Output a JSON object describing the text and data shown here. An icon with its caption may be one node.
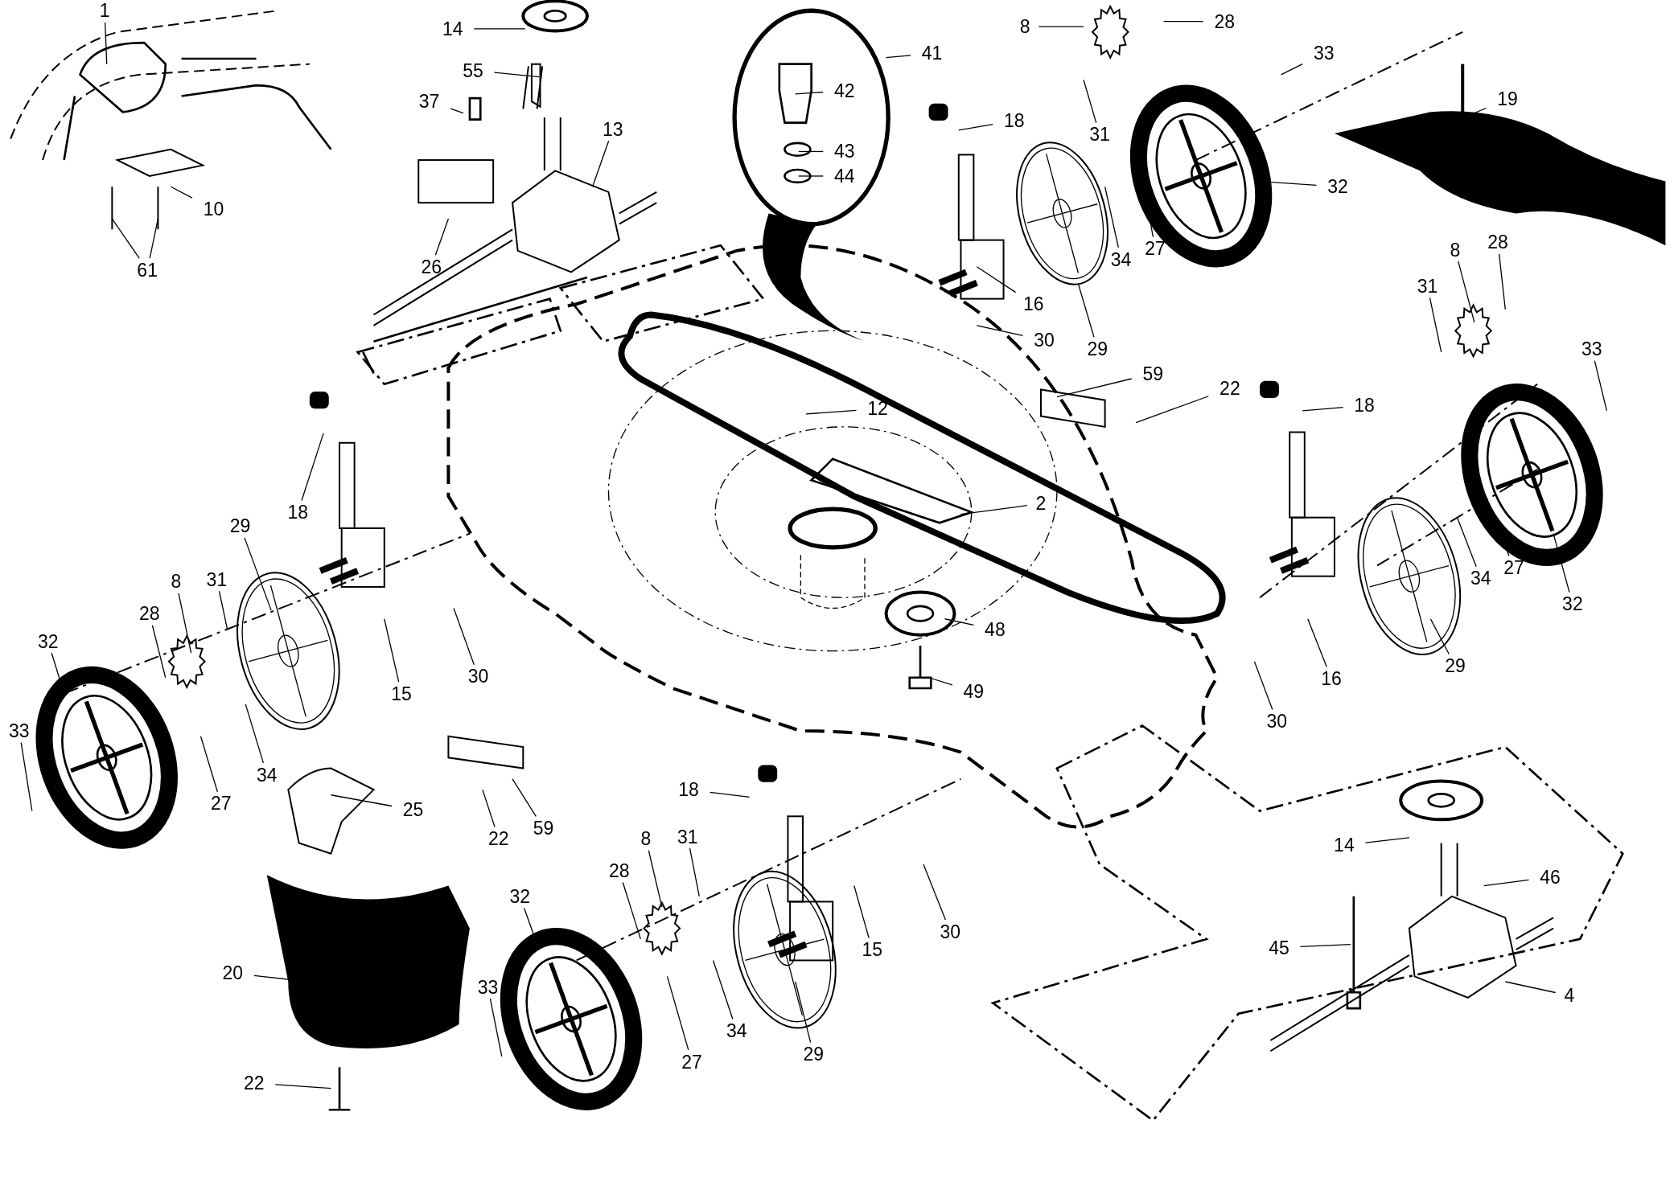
{
  "diagram": {
    "nodes": [
      {
        "text": [
          "1"
        ]
      },
      {
        "text": [
          "14"
        ]
      },
      {
        "text": [
          "55"
        ]
      },
      {
        "text": [
          "37"
        ]
      },
      {
        "text": [
          "13"
        ]
      },
      {
        "text": [
          "10"
        ]
      },
      {
        "text": [
          "61"
        ]
      },
      {
        "text": [
          "26"
        ]
      },
      {
        "text": [
          "41"
        ]
      },
      {
        "text": [
          "42"
        ]
      },
      {
        "text": [
          "43"
        ]
      },
      {
        "text": [
          "44"
        ]
      },
      {
        "text": [
          "8"
        ]
      },
      {
        "text": [
          "28"
        ]
      },
      {
        "text": [
          "33"
        ]
      },
      {
        "text": [
          "19"
        ]
      },
      {
        "text": [
          "18"
        ]
      },
      {
        "text": [
          "31"
        ]
      },
      {
        "text": [
          "32"
        ]
      },
      {
        "text": [
          "34"
        ]
      },
      {
        "text": [
          "27"
        ]
      },
      {
        "text": [
          "16"
        ]
      },
      {
        "text": [
          "29"
        ]
      },
      {
        "text": [
          "30"
        ]
      },
      {
        "text": [
          "12"
        ]
      },
      {
        "text": [
          "59"
        ]
      },
      {
        "text": [
          "22"
        ]
      },
      {
        "text": [
          "2"
        ]
      },
      {
        "text": [
          "48"
        ]
      },
      {
        "text": [
          "49"
        ]
      },
      {
        "text": [
          "18"
        ]
      },
      {
        "text": [
          "29"
        ]
      },
      {
        "text": [
          "8"
        ]
      },
      {
        "text": [
          "31"
        ]
      },
      {
        "text": [
          "28"
        ]
      },
      {
        "text": [
          "32"
        ]
      },
      {
        "text": [
          "15"
        ]
      },
      {
        "text": [
          "30"
        ]
      },
      {
        "text": [
          "33"
        ]
      },
      {
        "text": [
          "27"
        ]
      },
      {
        "text": [
          "34"
        ]
      },
      {
        "text": [
          "25"
        ]
      },
      {
        "text": [
          "59"
        ]
      },
      {
        "text": [
          "22"
        ]
      },
      {
        "text": [
          "20"
        ]
      },
      {
        "text": [
          "22"
        ]
      },
      {
        "text": [
          "18"
        ]
      },
      {
        "text": [
          "8"
        ]
      },
      {
        "text": [
          "31"
        ]
      },
      {
        "text": [
          "28"
        ]
      },
      {
        "text": [
          "32"
        ]
      },
      {
        "text": [
          "15"
        ]
      },
      {
        "text": [
          "30"
        ]
      },
      {
        "text": [
          "33"
        ]
      },
      {
        "text": [
          "27"
        ]
      },
      {
        "text": [
          "34"
        ]
      },
      {
        "text": [
          "29"
        ]
      },
      {
        "text": [
          "8"
        ]
      },
      {
        "text": [
          "28"
        ]
      },
      {
        "text": [
          "31"
        ]
      },
      {
        "text": [
          "33"
        ]
      },
      {
        "text": [
          "18"
        ]
      },
      {
        "text": [
          "34"
        ]
      },
      {
        "text": [
          "27"
        ]
      },
      {
        "text": [
          "32"
        ]
      },
      {
        "text": [
          "16"
        ]
      },
      {
        "text": [
          "29"
        ]
      },
      {
        "text": [
          "30"
        ]
      },
      {
        "text": [
          "14"
        ]
      },
      {
        "text": [
          "46"
        ]
      },
      {
        "text": [
          "45"
        ]
      },
      {
        "text": [
          "4"
        ]
      }
    ],
    "edges": [
      {
        "from": 0,
        "to": null,
        "arrow": "none"
      },
      {
        "from": 1,
        "to": null,
        "arrow": "none"
      },
      {
        "from": 2,
        "to": null,
        "arrow": "none"
      },
      {
        "from": 3,
        "to": null,
        "arrow": "none"
      },
      {
        "from": 4,
        "to": null,
        "arrow": "none"
      },
      {
        "from": 5,
        "to": null,
        "arrow": "none"
      },
      {
        "from": 6,
        "to": null,
        "arrow": "none"
      },
      {
        "from": 6,
        "to": null,
        "arrow": "none"
      },
      {
        "from": 7,
        "to": null,
        "arrow": "none"
      },
      {
        "from": 8,
        "to": null,
        "arrow": "none"
      },
      {
        "from": 9,
        "to": null,
        "arrow": "none"
      },
      {
        "from": 10,
        "to": null,
        "arrow": "none"
      },
      {
        "from": 11,
        "to": null,
        "arrow": "none"
      },
      {
        "from": 12,
        "to": null,
        "arrow": "none"
      },
      {
        "from": 13,
        "to": null,
        "arrow": "none"
      },
      {
        "from": 14,
        "to": null,
        "arrow": "none"
      },
      {
        "from": 15,
        "to": null,
        "arrow": "none"
      },
      {
        "from": 16,
        "to": null,
        "arrow": "none"
      },
      {
        "from": 17,
        "to": null,
        "arrow": "none"
      },
      {
        "from": 18,
        "to": null,
        "arrow": "none"
      },
      {
        "from": 19,
        "to": null,
        "arrow": "none"
      },
      {
        "from": 20,
        "to": null,
        "arrow": "none"
      },
      {
        "from": 21,
        "to": null,
        "arrow": "none"
      },
      {
        "from": 22,
        "to": null,
        "arrow": "none"
      },
      {
        "from": 23,
        "to": null,
        "arrow": "none"
      },
      {
        "from": 24,
        "to": null,
        "arrow": "none"
      },
      {
        "from": 25,
        "to": null,
        "arrow": "none"
      },
      {
        "from": 26,
        "to": null,
        "arrow": "none"
      },
      {
        "from": 27,
        "to": null,
        "arrow": "none"
      },
      {
        "from": 28,
        "to": null,
        "arrow": "none"
      },
      {
        "from": 29,
        "to": null,
        "arrow": "none"
      },
      {
        "from": 30,
        "to": null,
        "arrow": "none"
      },
      {
        "from": 31,
        "to": null,
        "arrow": "none"
      },
      {
        "from": 32,
        "to": null,
        "arrow": "none"
      },
      {
        "from": 33,
        "to": null,
        "arrow": "none"
      },
      {
        "from": 34,
        "to": null,
        "arrow": "none"
      },
      {
        "from": 35,
        "to": null,
        "arrow": "none"
      },
      {
        "from": 36,
        "to": null,
        "arrow": "none"
      },
      {
        "from": 37,
        "to": null,
        "arrow": "none"
      },
      {
        "from": 38,
        "to": null,
        "arrow": "none"
      },
      {
        "from": 39,
        "to": null,
        "arrow": "none"
      },
      {
        "from": 40,
        "to": null,
        "arrow": "none"
      },
      {
        "from": 41,
        "to": null,
        "arrow": "none"
      },
      {
        "from": 42,
        "to": null,
        "arrow": "none"
      },
      {
        "from": 43,
        "to": null,
        "arrow": "none"
      },
      {
        "from": 44,
        "to": null,
        "arrow": "none"
      },
      {
        "from": 45,
        "to": null,
        "arrow": "none"
      },
      {
        "from": 46,
        "to": null,
        "arrow": "none"
      },
      {
        "from": 47,
        "to": null,
        "arrow": "none"
      },
      {
        "from": 48,
        "to": null,
        "arrow": "none"
      },
      {
        "from": 49,
        "to": null,
        "arrow": "none"
      },
      {
        "from": 50,
        "to": null,
        "arrow": "none"
      },
      {
        "from": 51,
        "to": null,
        "arrow": "none"
      },
      {
        "from": 52,
        "to": null,
        "arrow": "none"
      },
      {
        "from": 53,
        "to": null,
        "arrow": "none"
      },
      {
        "from": 54,
        "to": null,
        "arrow": "none"
      },
      {
        "from": 55,
        "to": null,
        "arrow": "none"
      },
      {
        "from": 56,
        "to": null,
        "arrow": "none"
      },
      {
        "from": 57,
        "to": null,
        "arrow": "none"
      },
      {
        "from": 58,
        "to": null,
        "arrow": "none"
      },
      {
        "from": 59,
        "to": null,
        "arrow": "none"
      },
      {
        "from": 60,
        "to": null,
        "arrow": "none"
      },
      {
        "from": 61,
        "to": null,
        "arrow": "none"
      },
      {
        "from": 62,
        "to": null,
        "arrow": "none"
      },
      {
        "from": 63,
        "to": null,
        "arrow": "none"
      },
      {
        "from": 64,
        "to": null,
        "arrow": "none"
      },
      {
        "from": 65,
        "to": null,
        "arrow": "none"
      },
      {
        "from": 66,
        "to": null,
        "arrow": "none"
      },
      {
        "from": 67,
        "to": null,
        "arrow": "none"
      },
      {
        "from": 68,
        "to": null,
        "arrow": "none"
      },
      {
        "from": 69,
        "to": null,
        "arrow": "none"
      },
      {
        "from": 70,
        "to": null,
        "arrow": "none"
      },
      {
        "from": 71,
        "to": null,
        "arrow": "none"
      }
    ]
  }
}
